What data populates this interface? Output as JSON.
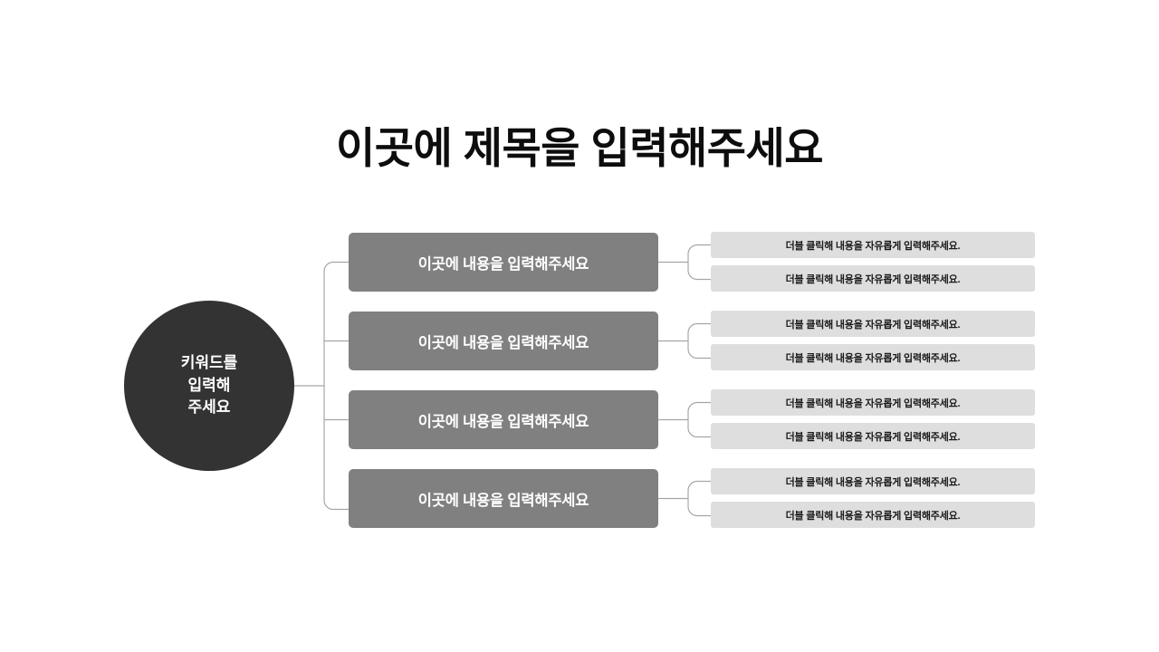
{
  "slide": {
    "background_color": "#ffffff",
    "title": "이곳에 제목을 입력해주세요"
  },
  "colors": {
    "title_text": "#0d0d0d",
    "root_fill": "#333333",
    "root_text": "#ffffff",
    "branch_fill": "#808080",
    "branch_text": "#ffffff",
    "leaf_fill": "#dedede",
    "leaf_text": "#1a1a1a",
    "connector_line": "#a6a6a6"
  },
  "root": {
    "shape": "circle",
    "lines": [
      "키워드를",
      "입력해",
      "주세요"
    ]
  },
  "branches": [
    {
      "label": "이곳에 내용을 입력해주세요",
      "leaves": [
        "더블 클릭해 내용을 자유롭게 입력해주세요.",
        "더블 클릭해 내용을 자유롭게 입력해주세요."
      ]
    },
    {
      "label": "이곳에 내용을 입력해주세요",
      "leaves": [
        "더블 클릭해 내용을 자유롭게 입력해주세요.",
        "더블 클릭해 내용을 자유롭게 입력해주세요."
      ]
    },
    {
      "label": "이곳에 내용을 입력해주세요",
      "leaves": [
        "더블 클릭해 내용을 자유롭게 입력해주세요.",
        "더블 클릭해 내용을 자유롭게 입력해주세요."
      ]
    },
    {
      "label": "이곳에 내용을 입력해주세요",
      "leaves": [
        "더블 클릭해 내용을 자유롭게 입력해주세요.",
        "더블 클릭해 내용을 자유롭게 입력해주세요."
      ]
    }
  ]
}
